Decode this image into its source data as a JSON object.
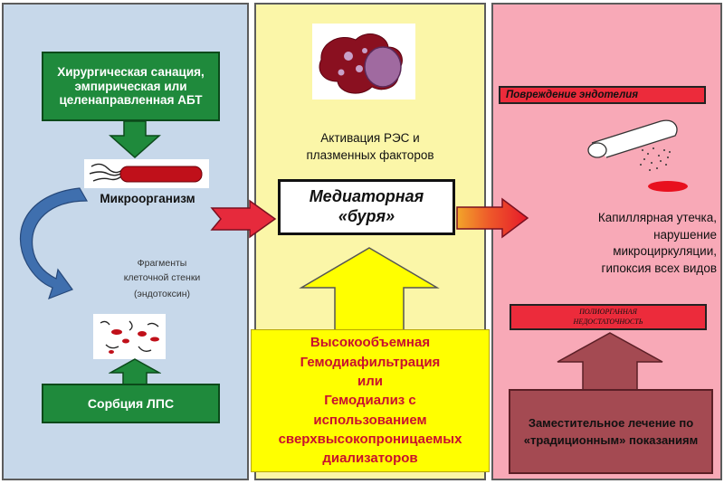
{
  "left_panel": {
    "therapy_box": "Хирургическая санация, эмпирическая или целенаправленная АБТ",
    "microorganism_label": "Микроорганизм",
    "fragments_line1": "Фрагменты",
    "fragments_line2": "клеточной стенки",
    "fragments_line3": "(эндотоксин)",
    "sorption_box": "Сорбция ЛПС"
  },
  "middle_panel": {
    "activation_line1": "Активация РЭС и",
    "activation_line2": "плазменных факторов",
    "storm_line1": "Медиаторная",
    "storm_line2": "«буря»",
    "therapy_lines": [
      "Высокообъемная",
      "Гемодиафильтрация",
      "или",
      "Гемодиализ с",
      "использованием",
      "сверхвысокопроницаемых",
      "диализаторов"
    ]
  },
  "right_panel": {
    "endothelium_label": "Повреждение эндотелия",
    "effects_lines": [
      "Капиллярная утечка,",
      "нарушение",
      "микроциркуляции,",
      "гипоксия всех видов"
    ],
    "organ_failure_line1": "ПОЛИОРГАННАЯ",
    "organ_failure_line2": "НЕДОСТАТОЧНОСТЬ",
    "replacement_line1": "Заместительное лечение по",
    "replacement_line2": "«традиционным» показаниям"
  },
  "colors": {
    "left_bg": "#c7d8ea",
    "mid_bg": "#fbf6a8",
    "right_bg": "#f8a9b7",
    "green": "#1f8a3c",
    "yellow": "#ffff00",
    "red": "#ec2b3b",
    "dark_red": "#a44a52",
    "therapy_text": "#c8102e"
  }
}
